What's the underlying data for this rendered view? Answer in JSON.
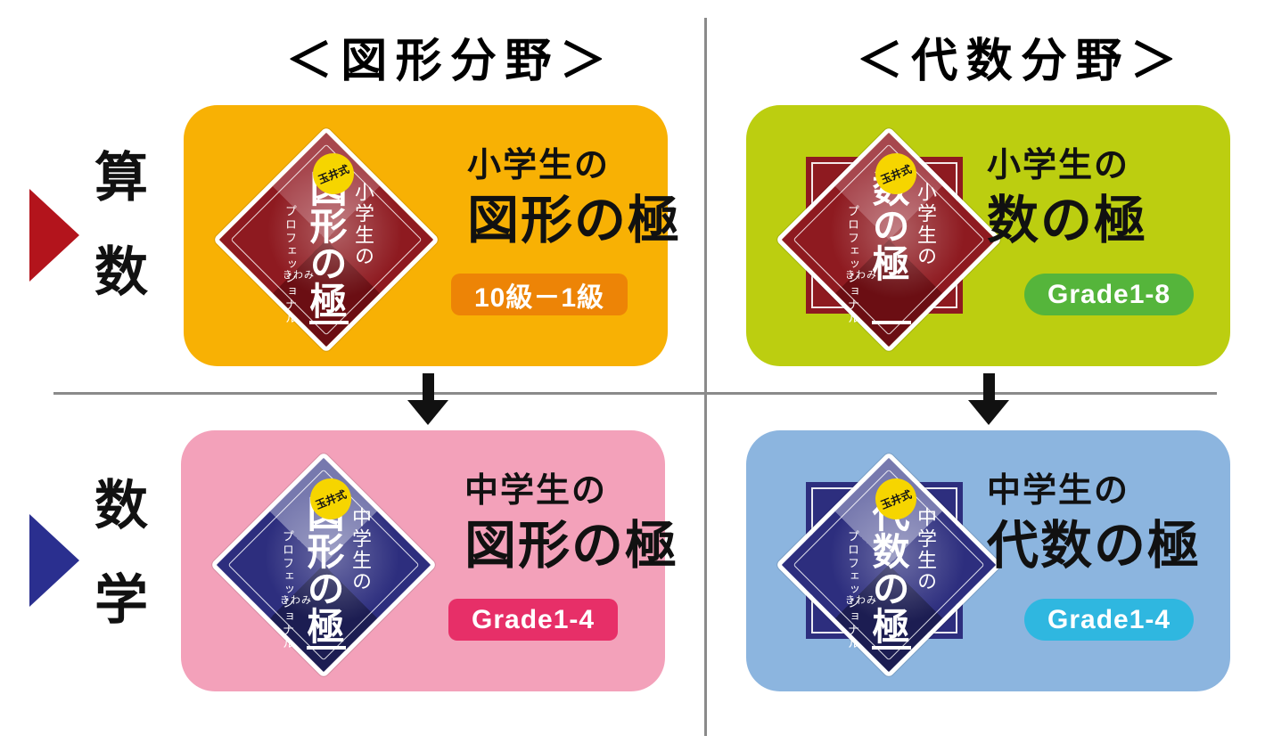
{
  "page": {
    "background": "#ffffff",
    "divider_color": "#8a8a8a",
    "arrow_color": "#111111"
  },
  "headers": {
    "geometry": "＜図形分野＞",
    "algebra": "＜代数分野＞"
  },
  "row_labels": {
    "elementary": {
      "text": "算数",
      "char1": "算",
      "char2": "数",
      "triangle_color": "#b3141c"
    },
    "junior": {
      "text": "数学",
      "char1": "数",
      "char2": "学",
      "triangle_color": "#2a2f8f"
    }
  },
  "logo_common": {
    "brand": "玉井式",
    "brand_bg": "#f6d500",
    "furigana": "きわみ",
    "subtitle": "プロフェッショナル"
  },
  "cards": [
    {
      "id": "elementary-geometry",
      "bg": "#f8b104",
      "heading_small": "小学生の",
      "heading_large": "図形の極",
      "logo": {
        "grade": "小学生の",
        "title": "図形の極",
        "has_square": false,
        "base": "#8e1a20",
        "light": "#a7474e",
        "mid": "#8e1a20",
        "dark": "#6b0e13"
      },
      "badge": {
        "text": "10級－1級",
        "bg": "#ed8406",
        "shape": "rounded"
      }
    },
    {
      "id": "elementary-number",
      "bg": "#bcce10",
      "heading_small": "小学生の",
      "heading_large": "数の極",
      "logo": {
        "grade": "小学生の",
        "title": "数の極",
        "has_square": true,
        "base": "#8e1a20",
        "light": "#a7474e",
        "mid": "#8e1a20",
        "dark": "#6b0e13"
      },
      "badge": {
        "text": "Grade1-8",
        "bg": "#55b53b",
        "shape": "pill"
      }
    },
    {
      "id": "junior-geometry",
      "bg": "#f3a1ba",
      "heading_small": "中学生の",
      "heading_large": "図形の極",
      "logo": {
        "grade": "中学生の",
        "title": "図形の極",
        "has_square": false,
        "base": "#2d2e7e",
        "light": "#7779ae",
        "mid": "#2d2e7e",
        "dark": "#1c1d52"
      },
      "badge": {
        "text": "Grade1-4",
        "bg": "#e72f68",
        "shape": "rounded"
      }
    },
    {
      "id": "junior-algebra",
      "bg": "#8cb5df",
      "heading_small": "中学生の",
      "heading_large": "代数の極",
      "logo": {
        "grade": "中学生の",
        "title": "代数の極",
        "has_square": true,
        "base": "#2d2e7e",
        "light": "#7779ae",
        "mid": "#2d2e7e",
        "dark": "#1c1d52"
      },
      "badge": {
        "text": "Grade1-4",
        "bg": "#2fb7e0",
        "shape": "pill"
      }
    }
  ]
}
